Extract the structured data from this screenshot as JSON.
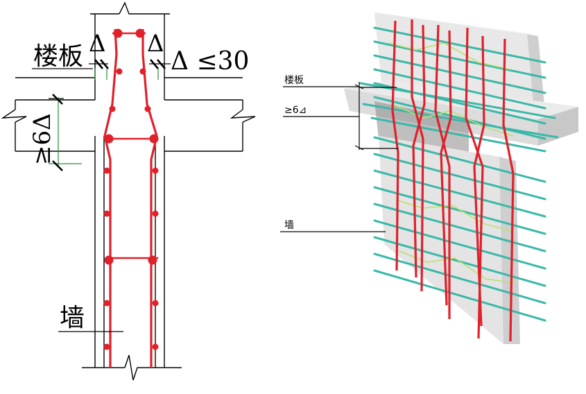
{
  "section": {
    "label_slab": "楼板",
    "label_wall": "墙",
    "delta_left": "Δ",
    "delta_right": "Δ",
    "delta_limit": "Δ ≤30",
    "offset_min": "≥6Δ"
  },
  "model3d": {
    "label_slab": "楼板",
    "label_offset": "≥6⊿",
    "label_wall": "墙"
  },
  "colors": {
    "rebar": "#e0202a",
    "bar": "#3ab8a8",
    "tie": "#b8e070",
    "line": "#000000",
    "green_dim": "#2a8a3a"
  }
}
